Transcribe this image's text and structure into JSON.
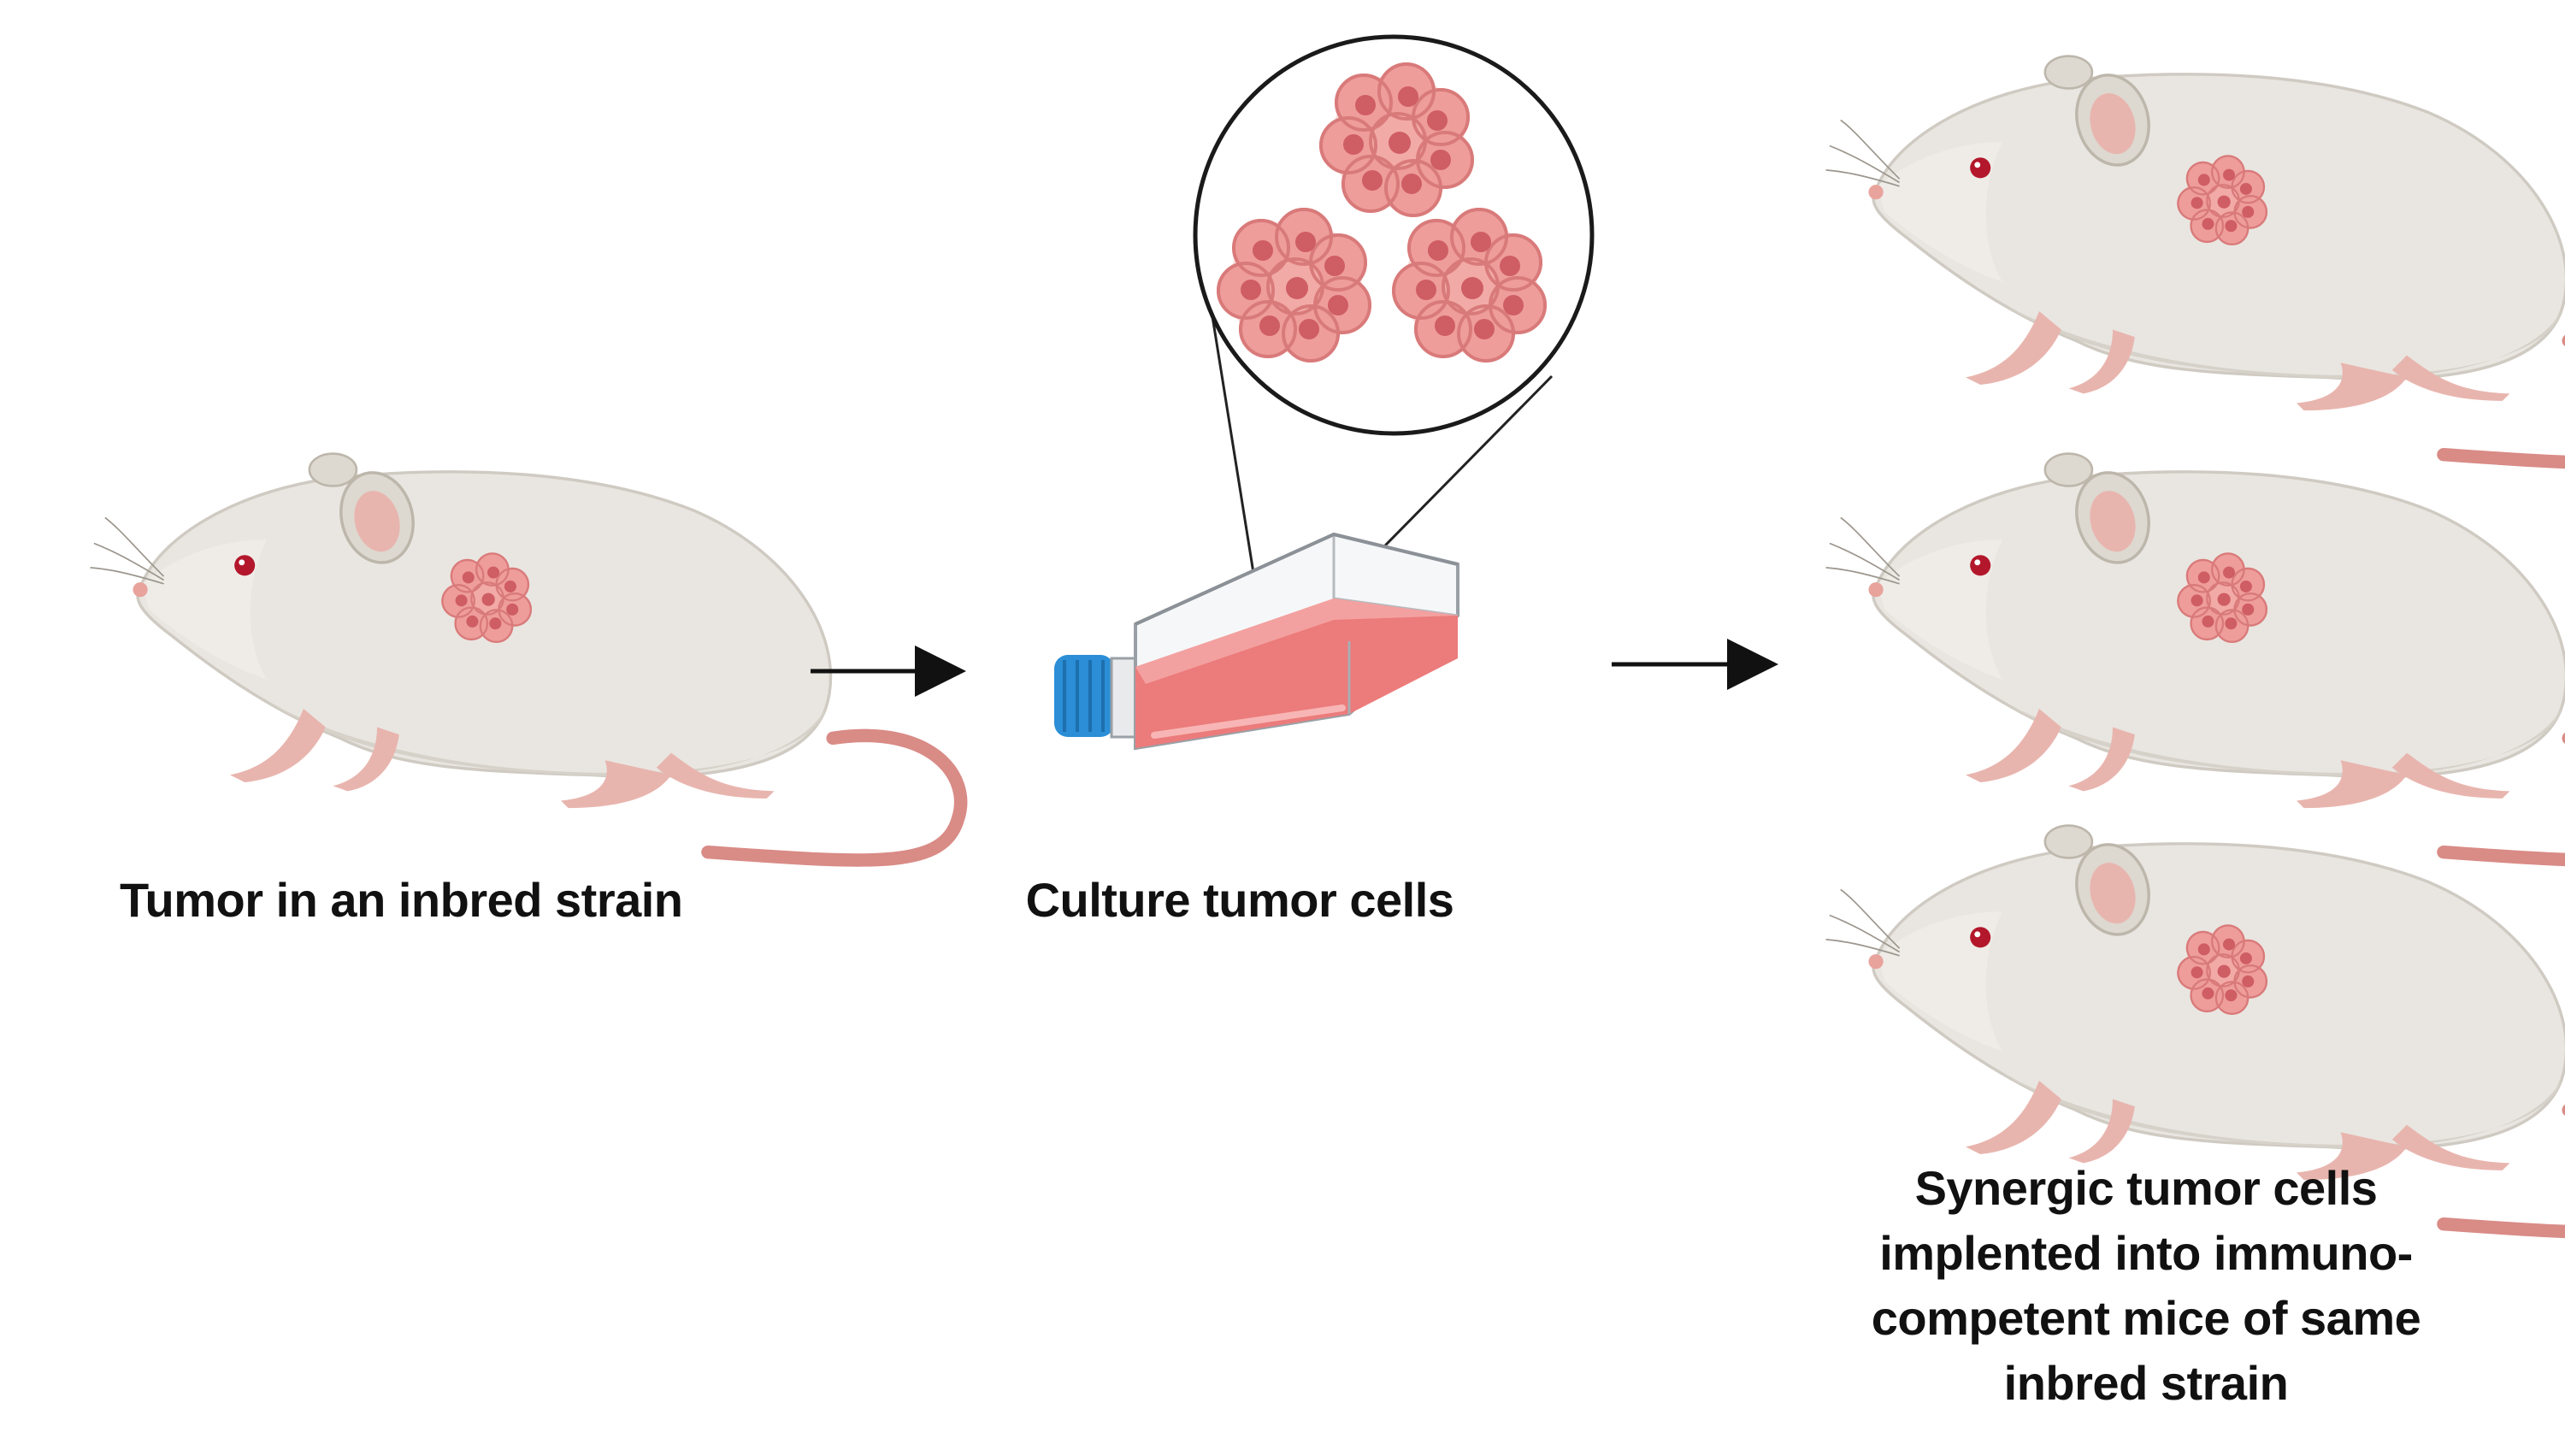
{
  "captions": {
    "source": "Tumor in an inbred strain",
    "culture": "Culture tumor cells",
    "implant_lines": [
      "Synergic tumor cells",
      "implented into immuno-",
      "competent mice of same",
      "inbred strain"
    ]
  },
  "colors": {
    "mouse_body": "#e9e6e1",
    "mouse_shadow": "#cfcac2",
    "mouse_outline": "#b8b2a8",
    "skin_pink": "#e8a39c",
    "tail": "#d98b86",
    "eye": "#b3172b",
    "tumor": "#ec8d8d",
    "tumor_dark": "#d05d62",
    "medium": "#ec7b7b",
    "cap": "#2b8ed6",
    "arrow": "#111111"
  },
  "icons": {
    "mouse": "mouse-icon",
    "flask": "culture-flask-icon",
    "cell_cluster": "tumor-cell-cluster-icon",
    "magnifier": "magnifier-circle"
  }
}
